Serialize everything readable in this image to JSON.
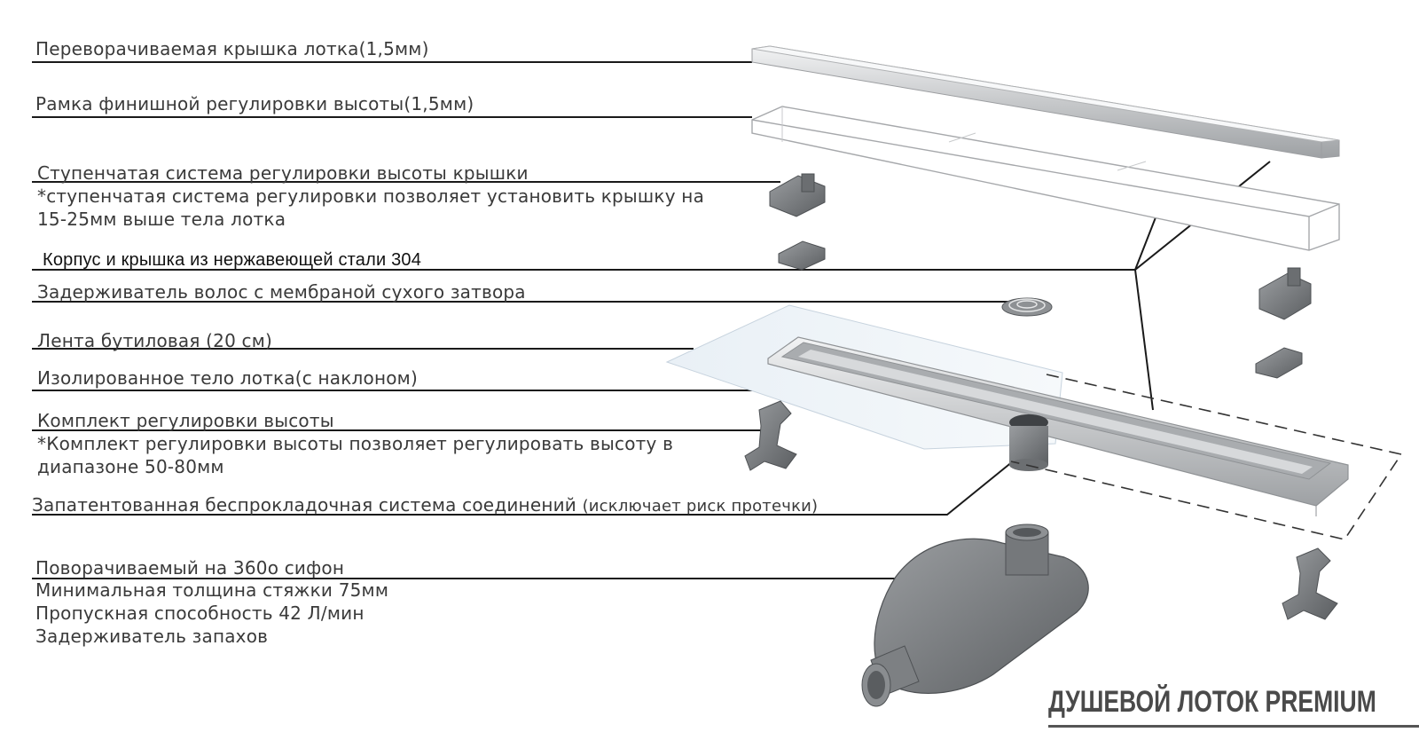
{
  "labels": {
    "cover": "Переворачиваемая крышка лотка(1,5мм)",
    "frame": "Рамка финишной регулировки высоты(1,5мм)",
    "step_title": "Ступенчатая система регулировки высоты крышки",
    "step_note1": "*ступенчатая система регулировки позволяет установить крышку на",
    "step_note2": "15-25мм выше тела лотка",
    "steel": "Корпус и крышка из нержавеющей стали 304",
    "hair": "Задерживатель волос с мембраной сухого затвора",
    "tape": "Лента бутиловая (20 см)",
    "body": "Изолированное тело лотка(с наклоном)",
    "kit_title": "Комплект регулировки высоты",
    "kit_note1": "*Комплект регулировки высоты позволяет регулировать высоту в",
    "kit_note2": "диапазоне 50-80мм",
    "patent_main": "Запатентованная беспрокладочная система соединений",
    "patent_paren": "(исключает риск протечки)",
    "siphon_title": "Поворачиваемый на 360о сифон",
    "siphon_l1": "Минимальная толщина стяжки 75мм",
    "siphon_l2": "Пропускная способность 42 Л/мин",
    "siphon_l3": "Задерживатель запахов"
  },
  "title": "ДУШЕВОЙ ЛОТОК PREMIUM",
  "colors": {
    "text": "#3a3a3a",
    "leader": "#1a1a1a",
    "steel": "#c9cbcd",
    "plastic": "#7a7d80",
    "tape": "#dfe9f2"
  }
}
